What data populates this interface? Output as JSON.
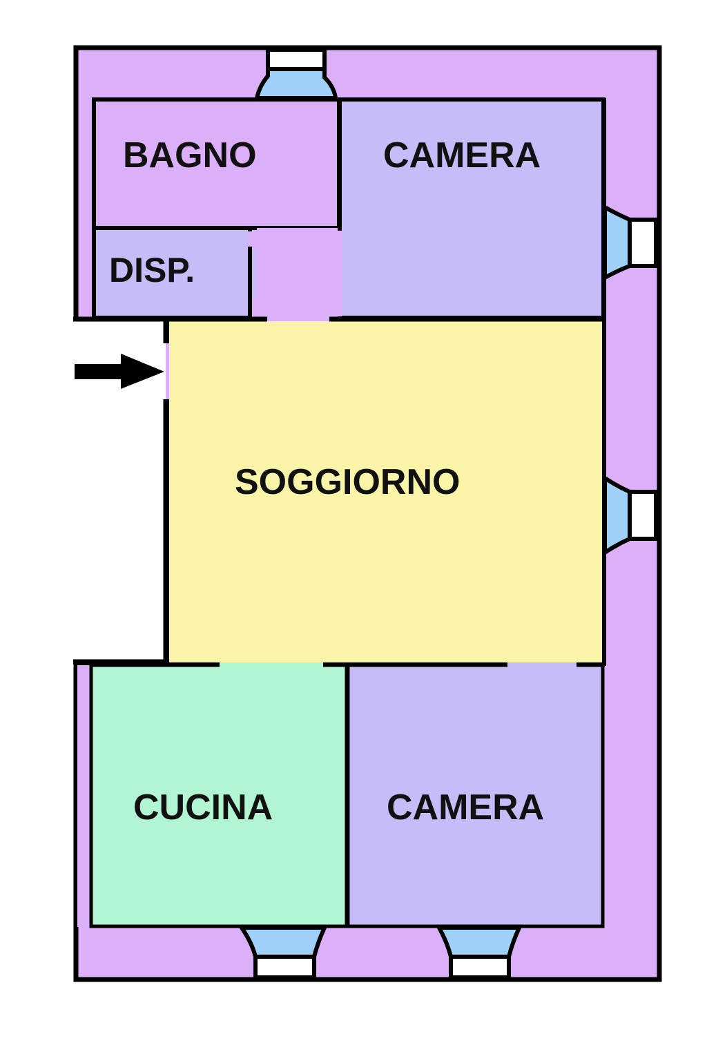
{
  "plan": {
    "rooms": {
      "bagno": "BAGNO",
      "camera_top": "CAMERA",
      "disp": "DISP.",
      "soggiorno": "SOGGIORNO",
      "cucina": "CUCINA",
      "camera_bottom": "CAMERA"
    },
    "colors": {
      "wall_fill": "#dcb0f8",
      "lavender": "#c8bcf8",
      "soggiorno": "#faf4a8",
      "cucina": "#b2f5d2",
      "window_glass": "#9fd0f8",
      "wall": "#000000"
    },
    "entrance_icon": "arrow-right-icon"
  }
}
